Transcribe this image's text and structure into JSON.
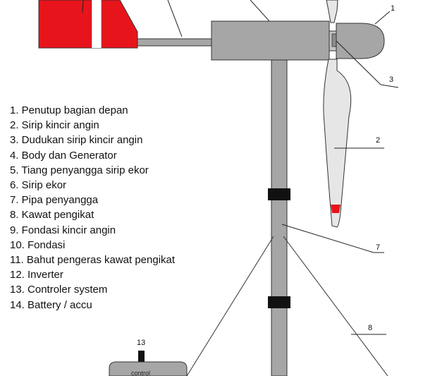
{
  "legend": {
    "items": [
      "1. Penutup bagian depan",
      "2. Sirip kincir angin",
      "3. Dudukan sirip kincir angin",
      "4. Body dan Generator",
      "5. Tiang penyangga sirip ekor",
      "6. Sirip ekor",
      "7. Pipa penyangga",
      "8. Kawat pengikat",
      "9. Fondasi kincir angin",
      "10. Fondasi",
      "11. Bahut pengeras kawat pengikat",
      "12. Inverter",
      "13. Controler system",
      "14. Battery / accu"
    ]
  },
  "callouts": {
    "c1": "1",
    "c2": "2",
    "c3": "3",
    "c7": "7",
    "c8": "8",
    "c13": "13"
  },
  "controller_label": "control",
  "colors": {
    "tail_red": "#e8141b",
    "metal_gray": "#a6a6a6",
    "outline": "#333333",
    "clamp_black": "#111111"
  }
}
